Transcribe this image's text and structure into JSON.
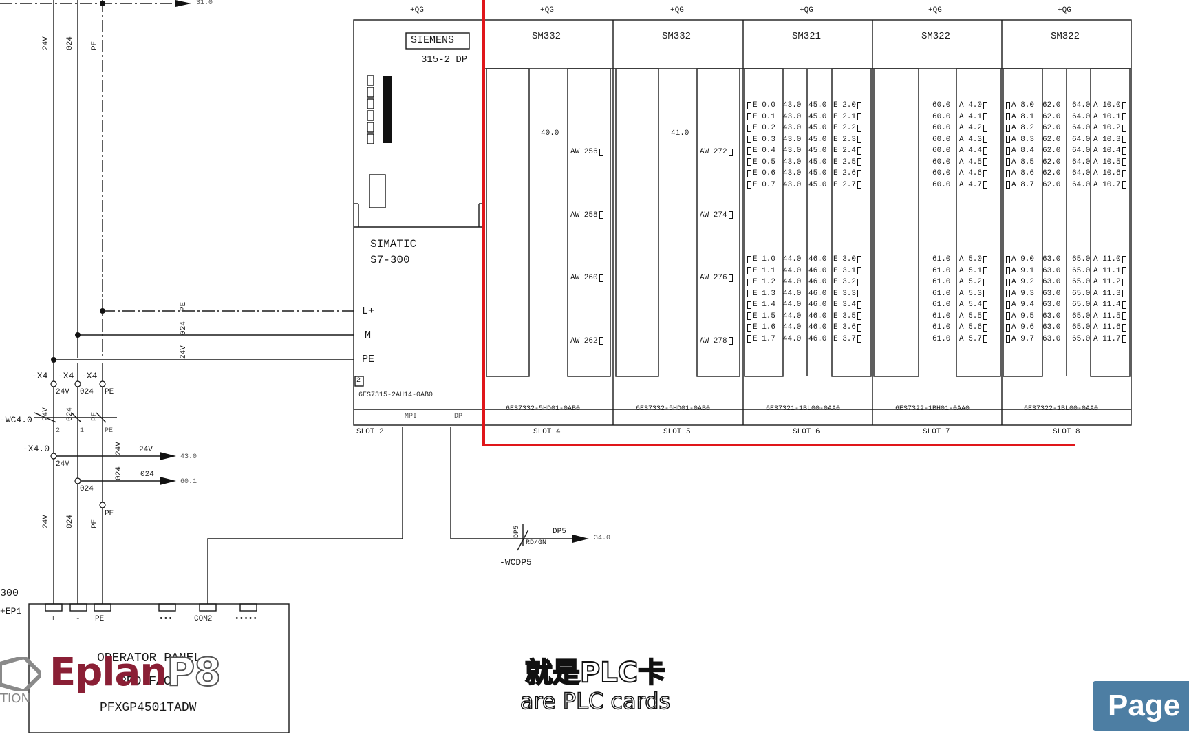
{
  "top_arrow_ref": "31.0",
  "left_bus": {
    "top_labels": [
      "24V",
      "024",
      "PE"
    ],
    "x4_labels": [
      "-X4",
      "-X4",
      "-X4"
    ],
    "x4_pins": [
      "24V",
      "024",
      "PE"
    ],
    "cable_label": "-WC4.0",
    "cable_cores": [
      "24V",
      "024",
      "PE"
    ],
    "cable_nums": [
      "2",
      "1",
      "PE"
    ],
    "x40_label": "-X4.0",
    "x40_pins": [
      "24V",
      "024",
      "PE"
    ],
    "arrow_24v": {
      "label": "24V",
      "ref": "43.0"
    },
    "arrow_024": {
      "label": "024",
      "ref": "60.1"
    },
    "bottom_labels": [
      "24V",
      "024",
      "PE"
    ],
    "feed_labels": [
      "PE",
      "024",
      "24V"
    ]
  },
  "cpu": {
    "tag": "+QG",
    "brand": "SIEMENS",
    "model": "315-2 DP",
    "family": "SIMATIC",
    "series": "S7-300",
    "terminals": [
      "L+",
      "M",
      "PE"
    ],
    "marker": "2",
    "order_no": "6ES7315-2AH14-0AB0",
    "ports": [
      "MPI",
      "DP"
    ],
    "slot": "SLOT 2"
  },
  "modules": [
    {
      "tag": "+QG",
      "type": "SM332",
      "mid_ref": "40.0",
      "order_no": "6ES7332-5HD01-0AB0",
      "slot": "SLOT 4",
      "addresses": [
        "AW 256",
        "AW 258",
        "AW 260",
        "AW 262"
      ]
    },
    {
      "tag": "+QG",
      "type": "SM332",
      "mid_ref": "41.0",
      "order_no": "6ES7332-5HD01-0AB0",
      "slot": "SLOT 5",
      "addresses": [
        "AW 272",
        "AW 274",
        "AW 276",
        "AW 278"
      ]
    },
    {
      "tag": "+QG",
      "type": "SM321",
      "order_no": "6ES7321-1BL00-0AA0",
      "slot": "SLOT 6",
      "col1_top": [
        "E 0.0",
        "E 0.1",
        "E 0.2",
        "E 0.3",
        "E 0.4",
        "E 0.5",
        "E 0.6",
        "E 0.7"
      ],
      "ref1_top": "43.0",
      "ref2_top": "45.0",
      "col2_top": [
        "E 2.0",
        "E 2.1",
        "E 2.2",
        "E 2.3",
        "E 2.4",
        "E 2.5",
        "E 2.6",
        "E 2.7"
      ],
      "col1_bot": [
        "E 1.0",
        "E 1.1",
        "E 1.2",
        "E 1.3",
        "E 1.4",
        "E 1.5",
        "E 1.6",
        "E 1.7"
      ],
      "ref1_bot": "44.0",
      "ref2_bot": "46.0",
      "col2_bot": [
        "E 3.0",
        "E 3.1",
        "E 3.2",
        "E 3.3",
        "E 3.4",
        "E 3.5",
        "E 3.6",
        "E 3.7"
      ]
    },
    {
      "tag": "+QG",
      "type": "SM322",
      "order_no": "6ES7322-1BH01-0AA0",
      "slot": "SLOT 7",
      "ref_top": "60.0",
      "col_top": [
        "A 4.0",
        "A 4.1",
        "A 4.2",
        "A 4.3",
        "A 4.4",
        "A 4.5",
        "A 4.6",
        "A 4.7"
      ],
      "ref_bot": "61.0",
      "col_bot": [
        "A 5.0",
        "A 5.1",
        "A 5.2",
        "A 5.3",
        "A 5.4",
        "A 5.5",
        "A 5.6",
        "A 5.7"
      ]
    },
    {
      "tag": "+QG",
      "type": "SM322",
      "order_no": "6ES7322-1BL00-0AA0",
      "slot": "SLOT 8",
      "col1_top": [
        "A 8.0",
        "A 8.1",
        "A 8.2",
        "A 8.3",
        "A 8.4",
        "A 8.5",
        "A 8.6",
        "A 8.7"
      ],
      "ref1_top": "62.0",
      "ref2_top": "64.0",
      "col2_top": [
        "A 10.0",
        "A 10.1",
        "A 10.2",
        "A 10.3",
        "A 10.4",
        "A 10.5",
        "A 10.6",
        "A 10.7"
      ],
      "col1_bot": [
        "A 9.0",
        "A 9.1",
        "A 9.2",
        "A 9.3",
        "A 9.4",
        "A 9.5",
        "A 9.6",
        "A 9.7"
      ],
      "ref1_bot": "63.0",
      "ref2_bot": "65.0",
      "col2_bot": [
        "A 11.0",
        "A 11.1",
        "A 11.2",
        "A 11.3",
        "A 11.4",
        "A 11.5",
        "A 11.6",
        "A 11.7"
      ]
    }
  ],
  "dp_cable": {
    "cable": "-WCDP5",
    "wire": "DP5",
    "color": "RD/GN",
    "arrow_label": "DP5",
    "ref": "34.0"
  },
  "panel": {
    "ref_a": "300",
    "ref_b": "+EP1",
    "pins": [
      "+",
      "-",
      "PE",
      "•••",
      "COM2",
      "•••••"
    ],
    "title": "OPERATOR PANEL",
    "maker": "PRO-FACE",
    "model": "PFXGP4501TADW"
  },
  "subtitle": {
    "zh": "就是PLC卡",
    "en": "are PLC cards"
  },
  "watermark": {
    "brand": "Eplan",
    "suffix": "P8",
    "left_fragment": "TION"
  },
  "page_button": "Page",
  "colors": {
    "line": "#1a1a1a",
    "highlight": "#e0161a",
    "page_button": "#4d7ea3",
    "logo": "#8a1f35"
  }
}
